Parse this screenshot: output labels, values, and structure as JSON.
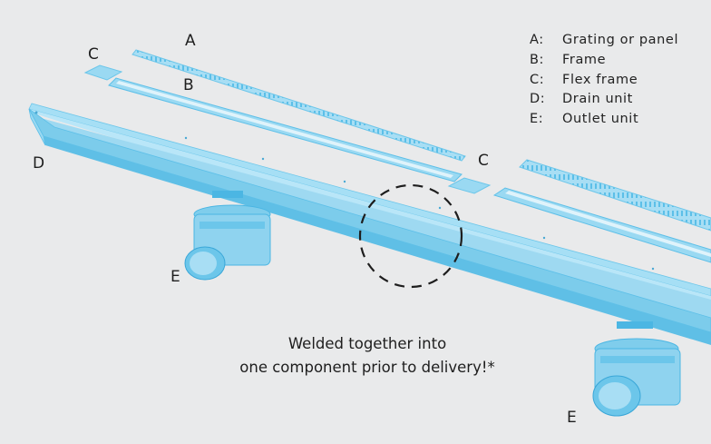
{
  "labels": {
    "a": "A",
    "b": "B",
    "c_left": "C",
    "c_right": "C",
    "d": "D",
    "e_left": "E",
    "e_right": "E"
  },
  "legend": [
    {
      "key": "A:",
      "text": "Grating or panel"
    },
    {
      "key": "B:",
      "text": "Frame"
    },
    {
      "key": "C:",
      "text": "Flex frame"
    },
    {
      "key": "D:",
      "text": "Drain unit"
    },
    {
      "key": "E:",
      "text": "Outlet unit"
    }
  ],
  "caption": {
    "line1": "Welded together into",
    "line2": "one component prior to delivery!*"
  },
  "colors": {
    "background": "#e9eaeb",
    "part_fill": "#8fd3ef",
    "part_dark": "#4bb6e3",
    "part_light": "#c4ebfa"
  }
}
